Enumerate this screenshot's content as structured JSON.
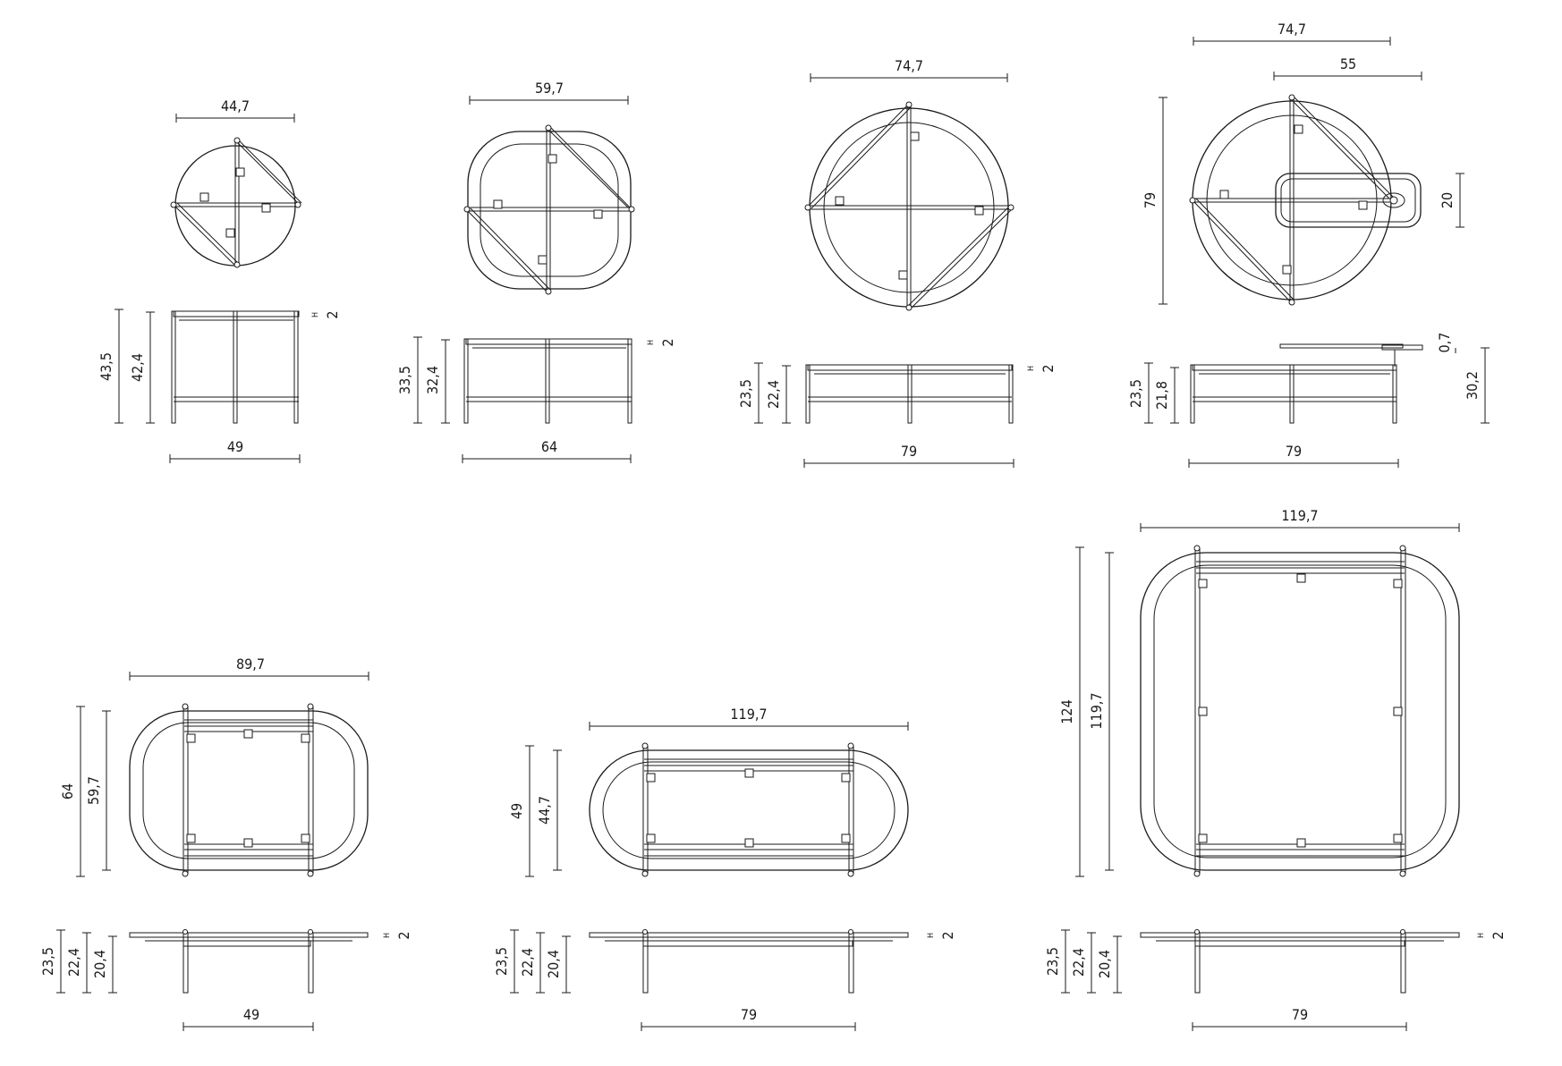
{
  "drawings": [
    {
      "id": "t1",
      "top_width": "44,7",
      "side_width": "49",
      "total_height": "43,5",
      "inner_height": "42,4",
      "top_thickness": "2"
    },
    {
      "id": "t2",
      "top_width": "59,7",
      "side_width": "64",
      "total_height": "33,5",
      "inner_height": "32,4",
      "top_thickness": "2"
    },
    {
      "id": "t3",
      "top_width": "74,7",
      "side_width": "79",
      "total_height": "23,5",
      "inner_height": "22,4",
      "top_thickness": "2"
    },
    {
      "id": "t4",
      "top_width": "74,7",
      "tray_width": "55",
      "top_depth": "79",
      "tray_depth": "20",
      "side_width": "79",
      "total_height": "23,5",
      "inner_height": "21,8",
      "tray_thickness": "0,7",
      "tray_height": "30,2"
    },
    {
      "id": "t5",
      "top_width": "89,7",
      "top_depth": "64",
      "inner_depth": "59,7",
      "side_width": "49",
      "total_height": "23,5",
      "mid_height": "22,4",
      "inner_height": "20,4",
      "top_thickness": "2"
    },
    {
      "id": "t6",
      "top_width": "119,7",
      "top_depth": "49",
      "inner_depth": "44,7",
      "side_width": "79",
      "total_height": "23,5",
      "mid_height": "22,4",
      "inner_height": "20,4",
      "top_thickness": "2"
    },
    {
      "id": "t7",
      "top_width": "119,7",
      "top_depth": "124",
      "inner_depth": "119,7",
      "side_width": "79",
      "total_height": "23,5",
      "mid_height": "22,4",
      "inner_height": "20,4",
      "top_thickness": "2"
    }
  ],
  "height_marker": "H"
}
